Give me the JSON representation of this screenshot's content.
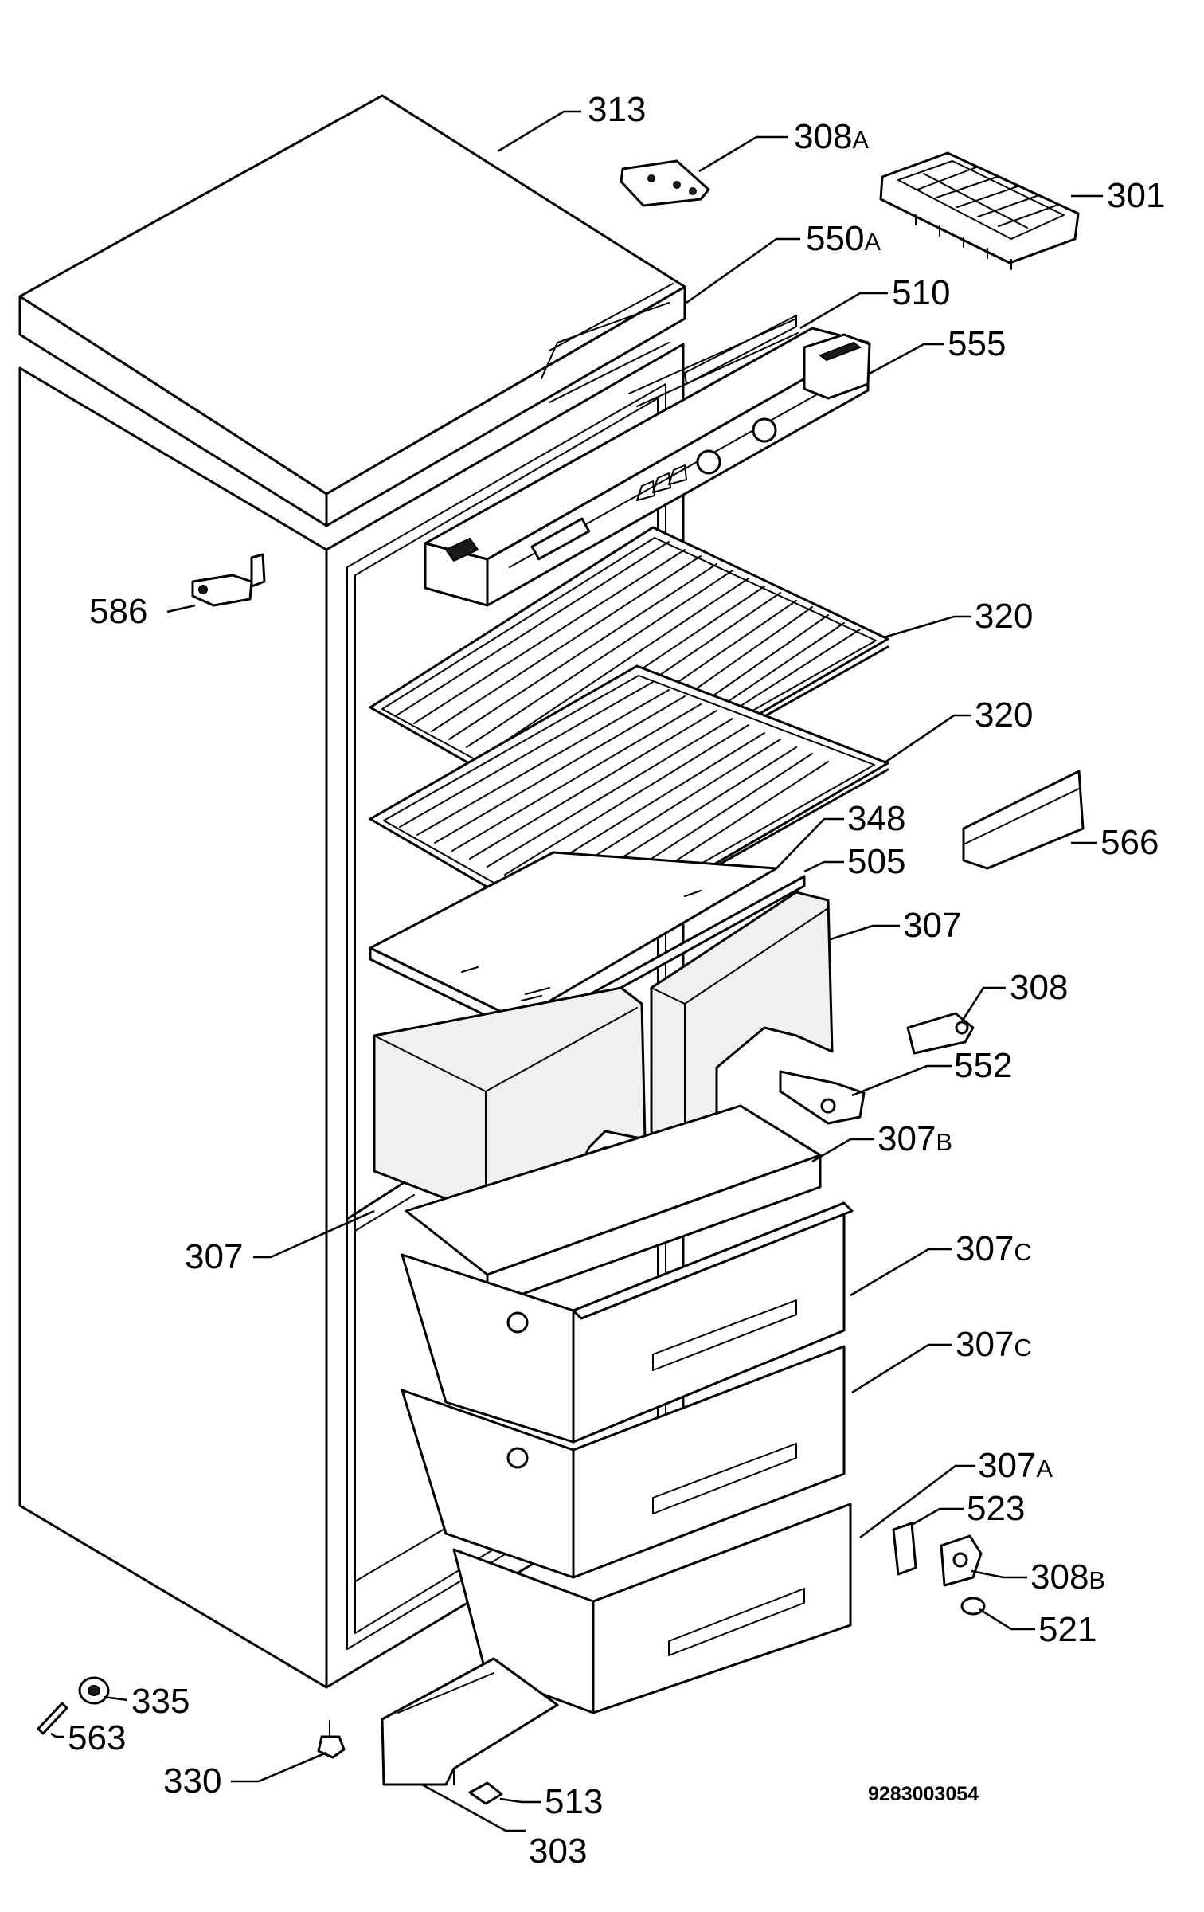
{
  "labels": {
    "p313": "313",
    "p308a": {
      "num": "308",
      "suffix": "A"
    },
    "p301": "301",
    "p550a": {
      "num": "550",
      "suffix": "A"
    },
    "p510": "510",
    "p555": "555",
    "p586": "586",
    "p320_upper": "320",
    "p320_lower": "320",
    "p566": "566",
    "p348": "348",
    "p505": "505",
    "p307_top": "307",
    "p308": "308",
    "p552": "552",
    "p307b": {
      "num": "307",
      "suffix": "B"
    },
    "p307_left": "307",
    "p307c_upper": {
      "num": "307",
      "suffix": "C"
    },
    "p307c_lower": {
      "num": "307",
      "suffix": "C"
    },
    "p307a": {
      "num": "307",
      "suffix": "A"
    },
    "p523": "523",
    "p308b": {
      "num": "308",
      "suffix": "B"
    },
    "p521": "521",
    "p335": "335",
    "p563": "563",
    "p330": "330",
    "p513": "513",
    "p303": "303"
  },
  "reference_number": "9283003054"
}
